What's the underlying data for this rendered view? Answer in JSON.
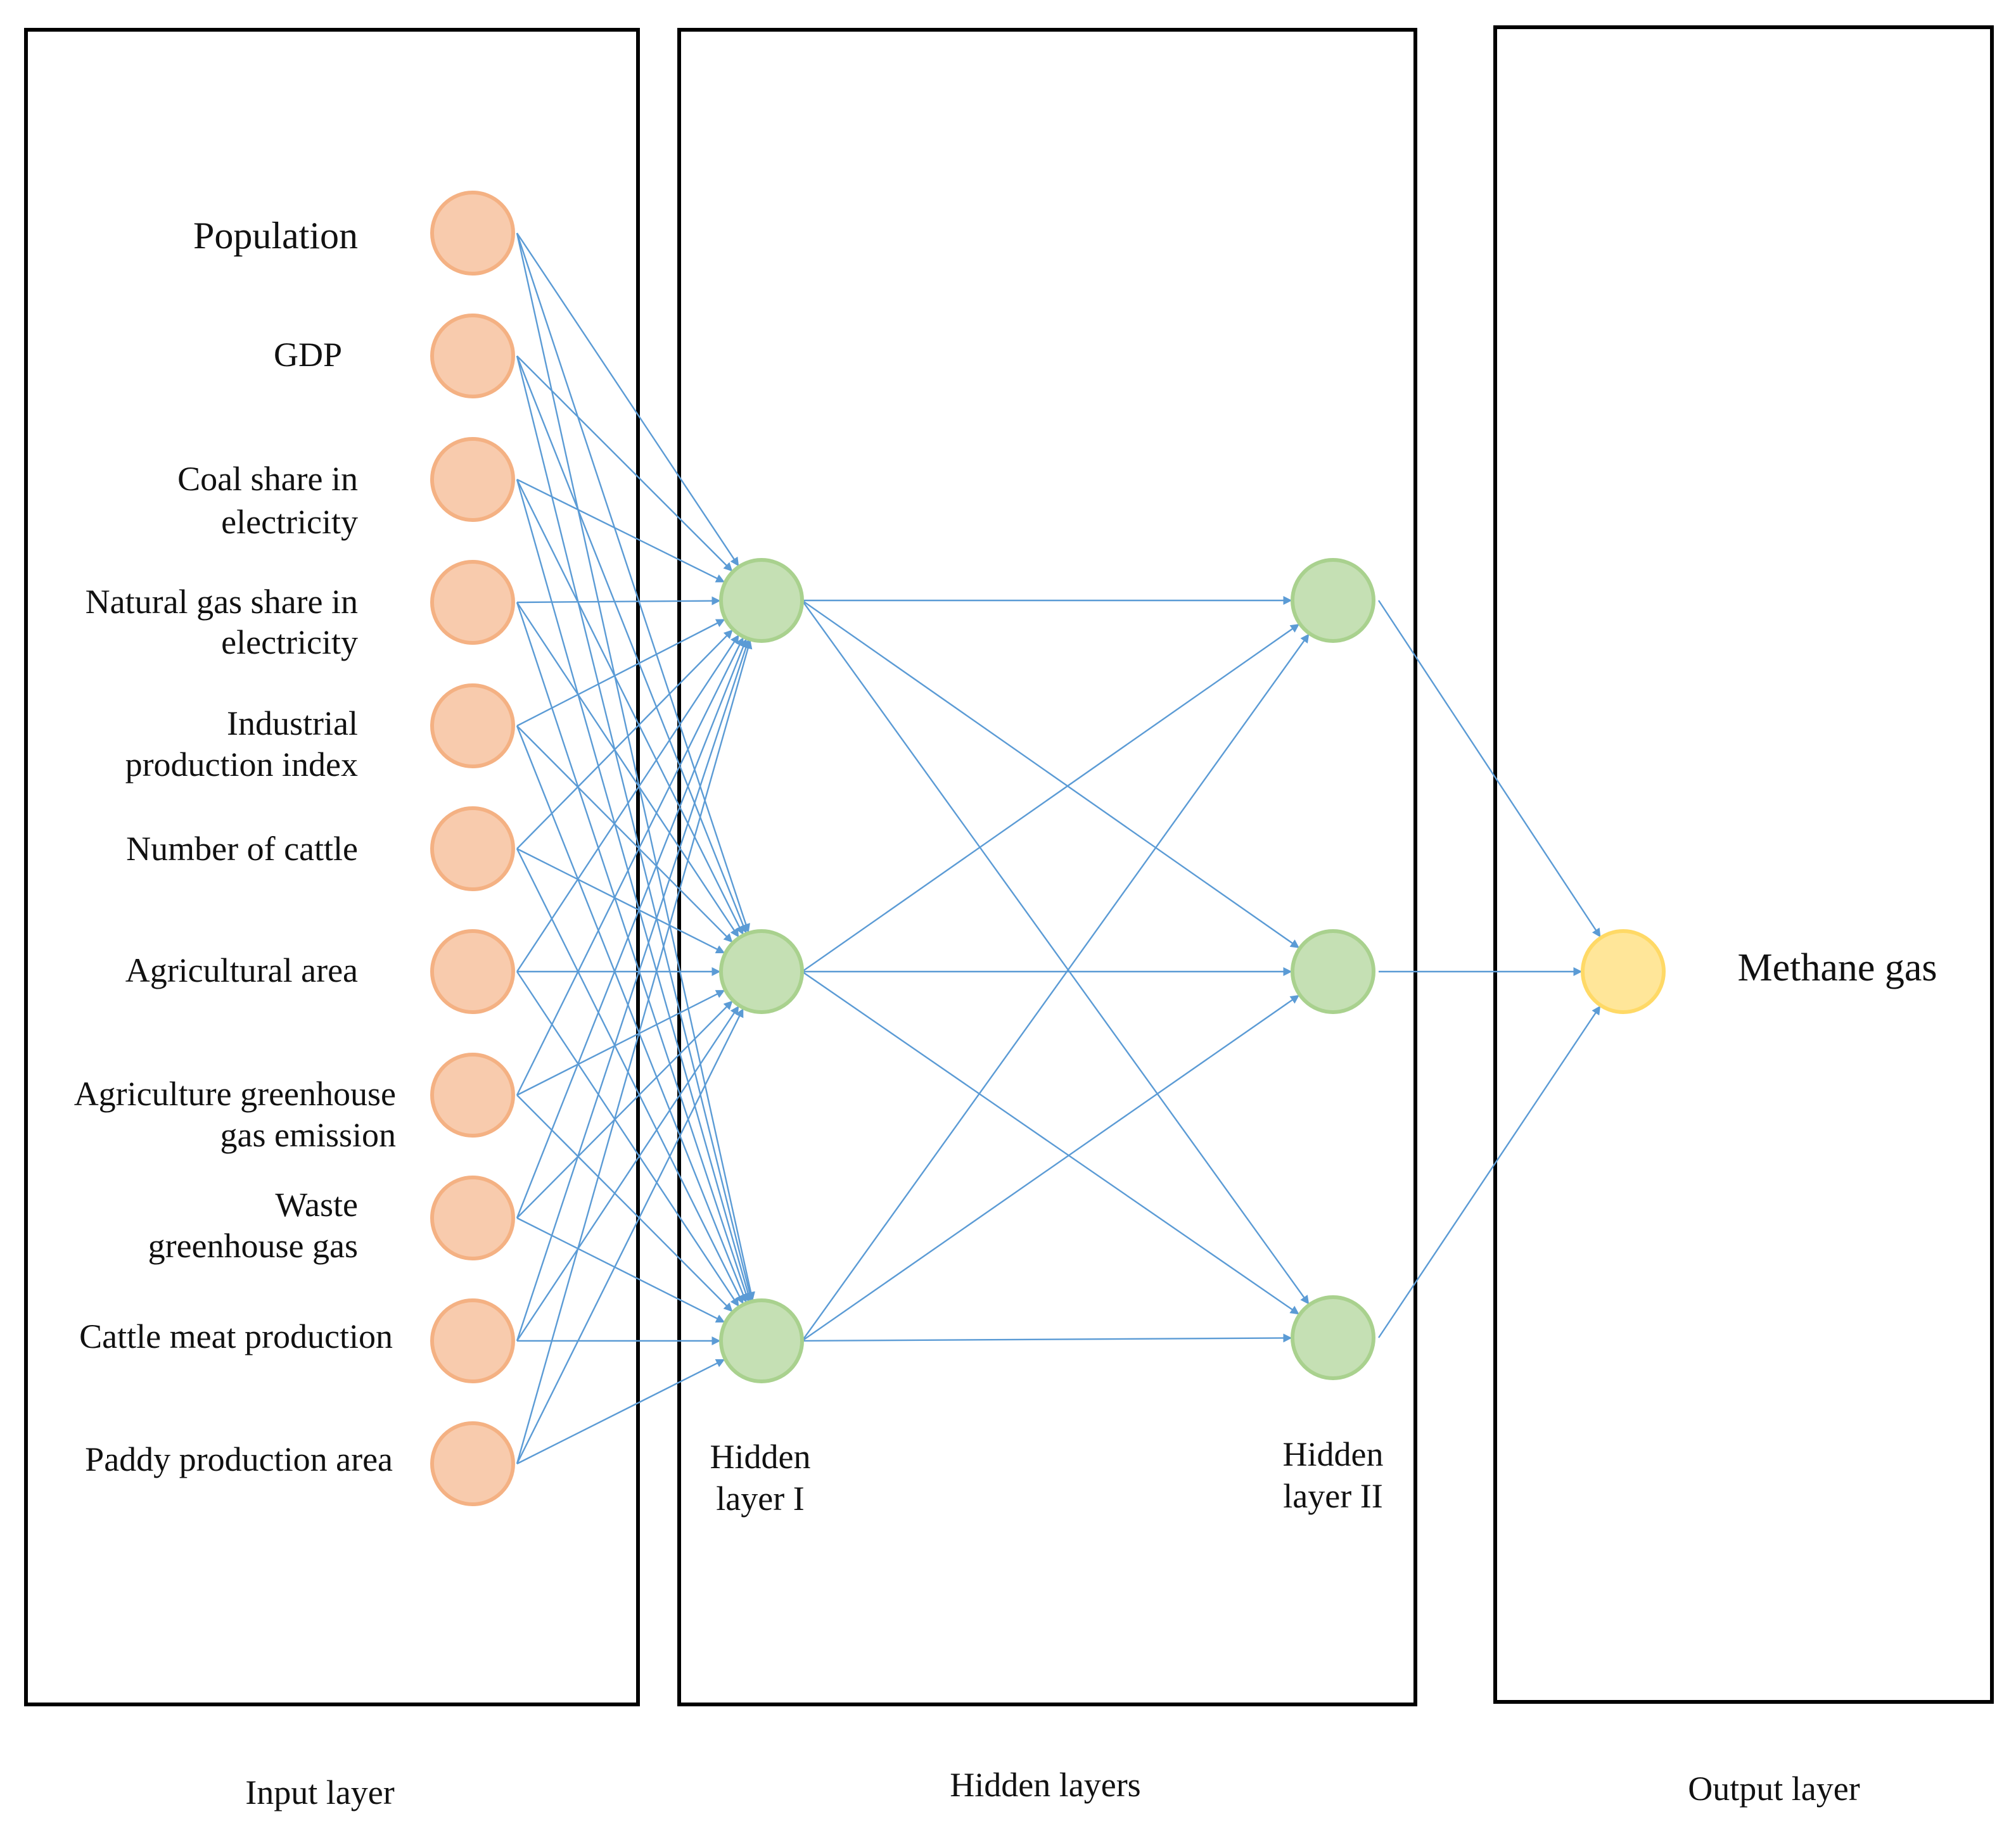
{
  "panels": {
    "input_caption": "Input layer",
    "hidden_caption": "Hidden layers",
    "output_caption": "Output layer"
  },
  "input_nodes": [
    {
      "label": [
        "Population"
      ]
    },
    {
      "label": [
        "GDP"
      ]
    },
    {
      "label": [
        "Coal share in",
        "electricity"
      ]
    },
    {
      "label": [
        "Natural gas share in",
        "electricity"
      ]
    },
    {
      "label": [
        "Industrial",
        "production index"
      ]
    },
    {
      "label": [
        "Number of cattle"
      ]
    },
    {
      "label": [
        "Agricultural area"
      ]
    },
    {
      "label": [
        "Agriculture greenhouse",
        "gas emission"
      ]
    },
    {
      "label": [
        "Waste",
        "greenhouse gas"
      ]
    },
    {
      "label": [
        "Cattle meat production"
      ]
    },
    {
      "label": [
        "Paddy production area"
      ]
    }
  ],
  "hidden_layer_1": {
    "label": [
      "Hidden",
      "layer I"
    ],
    "node_count": 3
  },
  "hidden_layer_2": {
    "label": [
      "Hidden",
      "layer II"
    ],
    "node_count": 3
  },
  "output_node": {
    "label": "Methane gas"
  },
  "colors": {
    "connection": "#5b9bd5",
    "input_fill": "#f8cbad",
    "hidden_fill": "#c5e0b4",
    "output_fill": "#ffe699",
    "panel_border": "#000000"
  }
}
